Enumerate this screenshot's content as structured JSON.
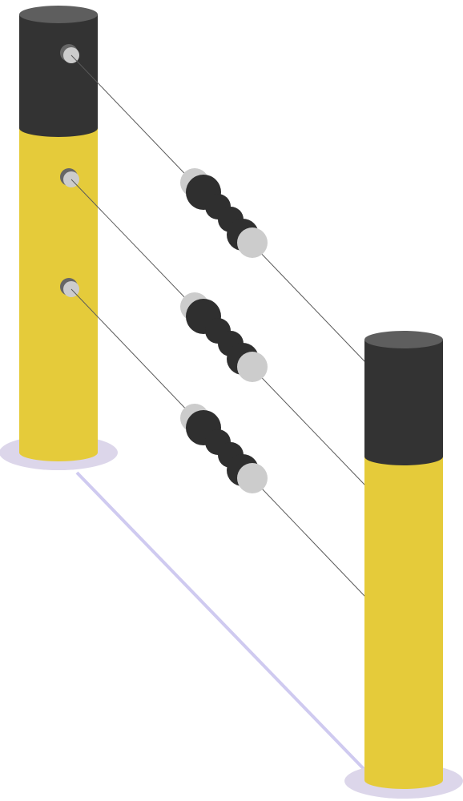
{
  "illustration": {
    "subject": "",
    "colors": {
      "background": "#ffffff",
      "post_body": "#e5cb3a",
      "post_cap": "#333333",
      "post_top": "#5e5e5e",
      "shadow": "#dcd6ea",
      "ground_line": "#cfcaf0",
      "cable": "#5a5a5a",
      "insulator_dark": "#2f2f2f",
      "insulator_light": "#cccccc",
      "terminal_ring": "#666666"
    },
    "posts": [
      {
        "name": "left-post"
      },
      {
        "name": "right-post"
      }
    ],
    "cables": [
      {
        "name": "top-cable"
      },
      {
        "name": "middle-cable"
      },
      {
        "name": "bottom-cable"
      }
    ]
  }
}
